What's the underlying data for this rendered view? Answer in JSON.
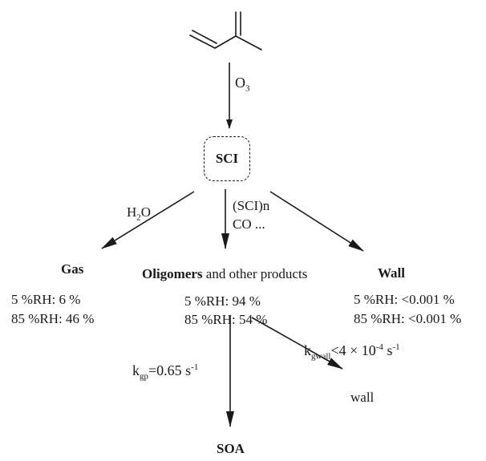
{
  "reagent": {
    "label": "O",
    "sub": "3"
  },
  "intermediate": {
    "label": "SCI"
  },
  "pathways": {
    "water": {
      "label": "H",
      "sub": "2",
      "tail": "O"
    },
    "middle": {
      "line1": "(SCI)n",
      "line2": "CO ..."
    }
  },
  "gas": {
    "title": "Gas",
    "rh_low": "5 %RH: 6 %",
    "rh_high": "85 %RH: 46 %"
  },
  "oligomers": {
    "title_bold": "Oligomers",
    "title_rest": " and other products",
    "rh_low": "5 %RH: 94 %",
    "rh_high": "85 %RH: 54 %"
  },
  "wall": {
    "title": "Wall",
    "rh_low": "5 %RH: <0.001 %",
    "rh_high": "85 %RH: <0.001 %"
  },
  "kgp": {
    "k": "k",
    "sub": "gp",
    "value": "=0.65 s",
    "sup": "-1"
  },
  "kgwall": {
    "k": "k",
    "sub": "gwall",
    "value": "<4 × 10",
    "sup1": "-4",
    "unit": " s",
    "sup2": "-1"
  },
  "wall_end": {
    "label": "wall"
  },
  "soa": {
    "label": "SOA"
  }
}
